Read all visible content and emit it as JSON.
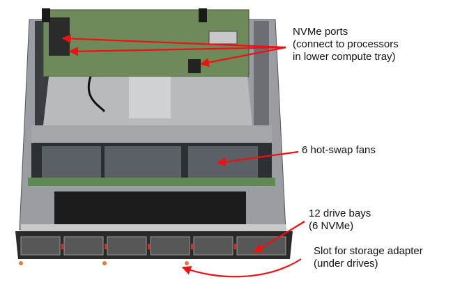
{
  "labels": {
    "nvme_ports": [
      "NVMe ports",
      "(connect to processors",
      "in lower compute tray)"
    ],
    "fans": "6 hot-swap fans",
    "drive_bays": [
      "12 drive bays",
      "(6 NVMe)"
    ],
    "storage_slot": [
      "Slot for storage adapter",
      "(under drives)"
    ]
  },
  "colors": {
    "arrow": "#ee1111",
    "board": "#6f8a5a",
    "chassis": "#8e9296"
  }
}
